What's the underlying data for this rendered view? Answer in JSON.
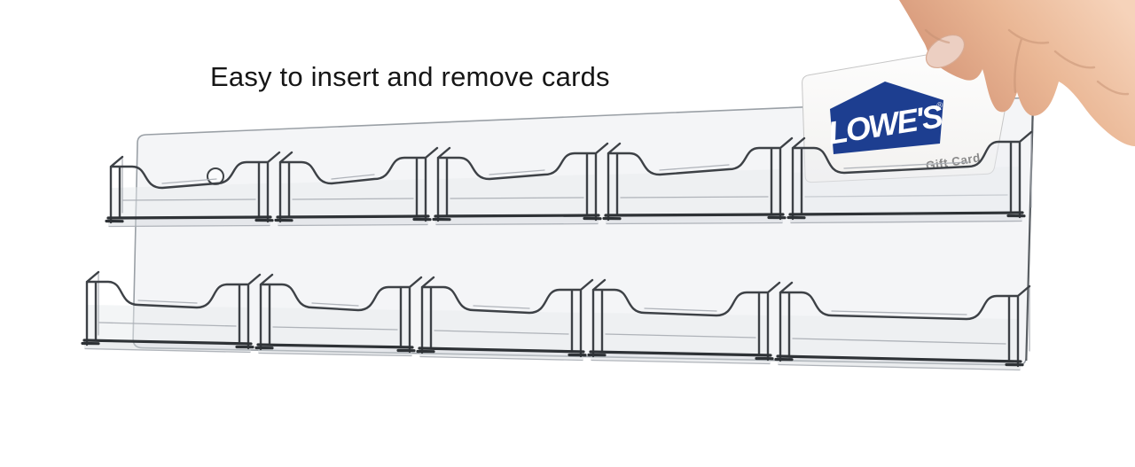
{
  "headline": "Easy to insert and remove cards",
  "card": {
    "brand": "LOWE'S",
    "registered": "®",
    "label": "Gift Card"
  },
  "product": {
    "rows": 2,
    "pockets_per_row": 5
  },
  "colors": {
    "lowes_blue": "#1d3e90",
    "card_white": "#fdfdfc",
    "gift_card_gray": "#8a8a8a",
    "acrylic_edge": "#3d4146",
    "panel_fill": "#f4f5f7",
    "panel_stroke": "#9aa0a6",
    "headline_black": "#161616",
    "skin_tone": "#e8b096",
    "background": "#ffffff"
  }
}
